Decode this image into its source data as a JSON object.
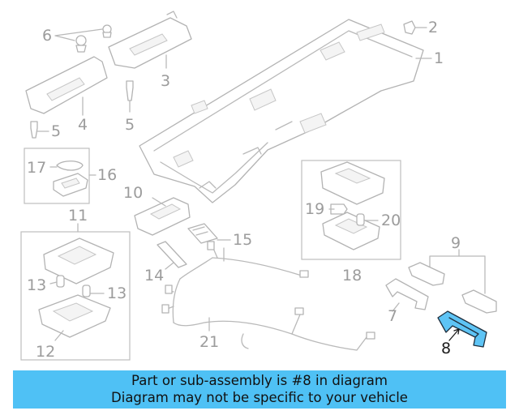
{
  "banner": {
    "line1": "Part or sub-assembly is #8 in diagram",
    "line2": "Diagram may not be specific to your vehicle"
  },
  "highlight_color": "#4fc1f5",
  "callouts": {
    "c1": "1",
    "c2": "2",
    "c3": "3",
    "c4": "4",
    "c5a": "5",
    "c5b": "5",
    "c6": "6",
    "c7": "7",
    "c8": "8",
    "c9": "9",
    "c10": "10",
    "c11": "11",
    "c12": "12",
    "c13a": "13",
    "c13b": "13",
    "c14": "14",
    "c15": "15",
    "c16": "16",
    "c17": "17",
    "c18": "18",
    "c19": "19",
    "c20": "20",
    "c21": "21"
  }
}
